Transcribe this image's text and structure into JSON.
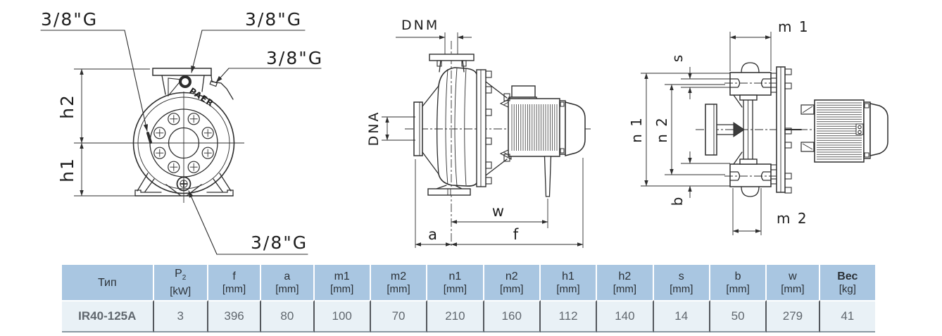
{
  "figure": {
    "front_view": {
      "port_top_left": "3/8\"G",
      "port_top_right": "3/8\"G",
      "port_right": "3/8\"G",
      "port_bottom": "3/8\"G",
      "dim_h2": "h2",
      "dim_h1": "h1",
      "logo": "PAER"
    },
    "side_view": {
      "dim_dnm": "DNM",
      "dim_dna": "DNA",
      "dim_w": "w",
      "dim_a": "a",
      "dim_f": "f"
    },
    "top_view": {
      "dim_m1": "m 1",
      "dim_m2": "m 2",
      "dim_s": "s",
      "dim_n1": "n 1",
      "dim_n2": "n 2",
      "dim_b": "b"
    }
  },
  "table": {
    "columns": [
      {
        "name": "Тип",
        "unit": ""
      },
      {
        "name": "P",
        "sub": "2",
        "unit": "[kW]"
      },
      {
        "name": "f",
        "unit": "[mm]"
      },
      {
        "name": "a",
        "unit": "[mm]"
      },
      {
        "name": "m1",
        "unit": "[mm]"
      },
      {
        "name": "m2",
        "unit": "[mm]"
      },
      {
        "name": "n1",
        "unit": "[mm]"
      },
      {
        "name": "n2",
        "unit": "[mm]"
      },
      {
        "name": "h1",
        "unit": "[mm]"
      },
      {
        "name": "h2",
        "unit": "[mm]"
      },
      {
        "name": "s",
        "unit": "[mm]"
      },
      {
        "name": "b",
        "unit": "[mm]"
      },
      {
        "name": "w",
        "unit": "[mm]"
      },
      {
        "name": "Вес",
        "unit": "[kg]"
      }
    ],
    "row": {
      "model": "IR40-125A",
      "values": [
        "3",
        "396",
        "80",
        "100",
        "70",
        "210",
        "160",
        "112",
        "140",
        "14",
        "50",
        "279",
        "41"
      ]
    }
  },
  "colors": {
    "header_bg": "#a9c6e1",
    "row_bg": "#e9f1f6",
    "line": "#2d2d2d"
  }
}
